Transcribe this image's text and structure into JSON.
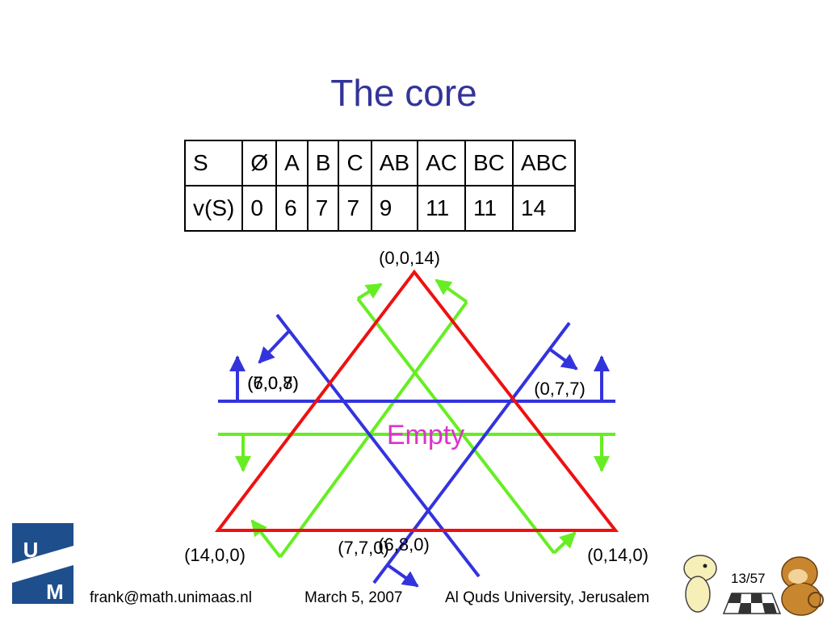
{
  "slide": {
    "title": "The core",
    "page": "13/57"
  },
  "table": {
    "header": [
      "S",
      "Ø",
      "A",
      "B",
      "C",
      "AB",
      "AC",
      "BC",
      "ABC"
    ],
    "values": [
      "v(S)",
      "0",
      "6",
      "7",
      "7",
      "9",
      "11",
      "11",
      "14"
    ]
  },
  "diagram": {
    "vertex_top": "(0,0,14)",
    "vertex_left": "(14,0,0)",
    "vertex_right": "(0,14,0)",
    "label_left_a": "(6,0,8)",
    "label_left_b": "(7,0,7)",
    "label_right": "(0,7,7)",
    "label_bottom_a": "(7,7,0)",
    "label_bottom_b": "(6,8,0)",
    "empty_label": "Empty",
    "colors": {
      "triangle": "#ee1111",
      "blue": "#3333dd",
      "green": "#66ee22",
      "empty": "#dd33cc"
    }
  },
  "footer": {
    "email": "frank@math.unimaas.nl",
    "date": "March 5, 2007",
    "venue": "Al Quds University, Jerusalem"
  },
  "logo": {
    "line1": "U",
    "line2": "M"
  }
}
